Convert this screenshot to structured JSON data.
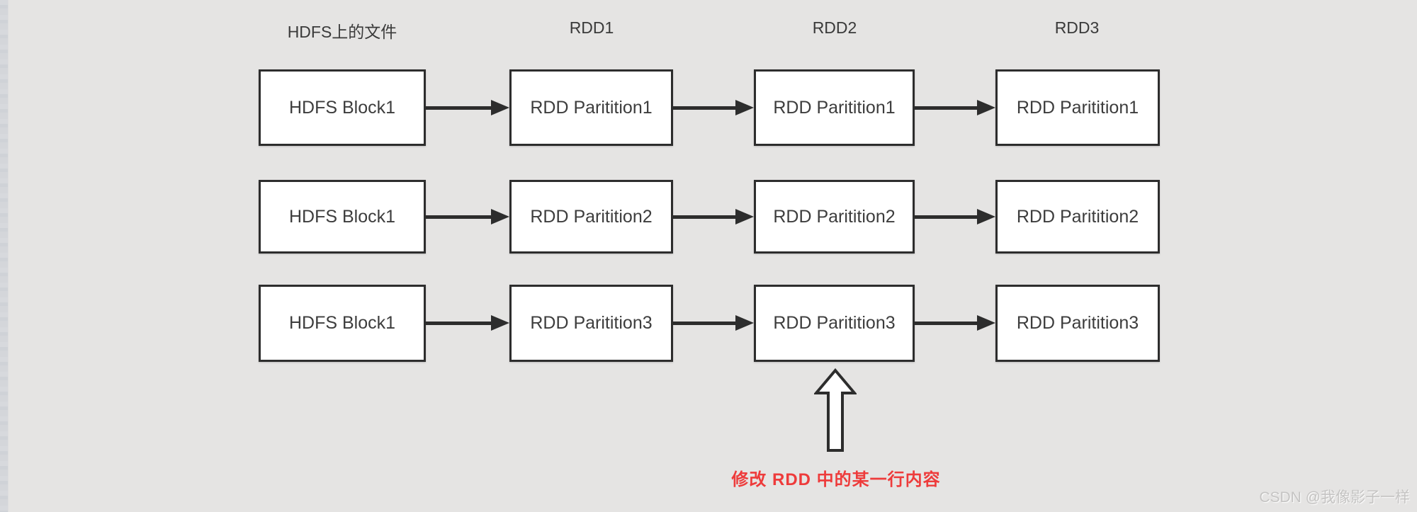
{
  "page": {
    "background_color": "#e5e4e3"
  },
  "diagram": {
    "column_headers": [
      "HDFS上的文件",
      "RDD1",
      "RDD2",
      "RDD3"
    ],
    "rows": [
      {
        "cells": [
          "HDFS Block1",
          "RDD Paritition1",
          "RDD Paritition1",
          "RDD Paritition1"
        ]
      },
      {
        "cells": [
          "HDFS Block1",
          "RDD Paritition2",
          "RDD Paritition2",
          "RDD Paritition2"
        ]
      },
      {
        "cells": [
          "HDFS Block1",
          "RDD Paritition3",
          "RDD Paritition3",
          "RDD Paritition3"
        ]
      }
    ],
    "annotation": {
      "text": "修改 RDD 中的某一行内容",
      "color": "#ee3b3b",
      "points_to": "RDD2 Paritition3"
    },
    "colors": {
      "box_fill": "#ffffff",
      "box_border": "#2d2d2d",
      "box_text": "#3d3d3d",
      "arrow": "#2d2d2d"
    }
  },
  "watermark": {
    "text": "CSDN @我像影子一样",
    "color": "#c5c4c3"
  }
}
